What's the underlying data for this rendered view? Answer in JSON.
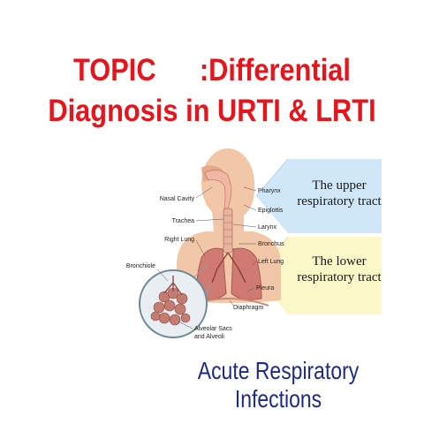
{
  "title": {
    "topic": "TOPIC",
    "heading": ":Differential",
    "line2": "Diagnosis in URTI & LRTI"
  },
  "subtitle": "Acute Respiratory Infections",
  "diagram": {
    "labels": {
      "nasal_cavity": "Nasal Cavity",
      "pharynx": "Pharynx",
      "epiglottis": "Epiglottis",
      "trachea": "Trachea",
      "larynx": "Larynx",
      "right_lung": "Right Lung",
      "bronchus": "Bronchus",
      "left_lung": "Left Lung",
      "bronchiole": "Bronchiole",
      "pleura": "Pleura",
      "diaphragm": "Diaphragm",
      "alveolar_line1": "Alveolar Sacs",
      "alveolar_line2": "and Alveoli"
    },
    "upper_panel": {
      "line1": "The upper",
      "line2": "respiratory tract",
      "color": "#cfe7f6"
    },
    "lower_panel": {
      "line1": "The lower",
      "line2": "respiratory tract",
      "color": "#fbf7c9"
    }
  },
  "colors": {
    "title": "#e8141c",
    "subtitle": "#1f2a86",
    "skin": "#f2c7a8",
    "lung": "#cf7a72"
  }
}
